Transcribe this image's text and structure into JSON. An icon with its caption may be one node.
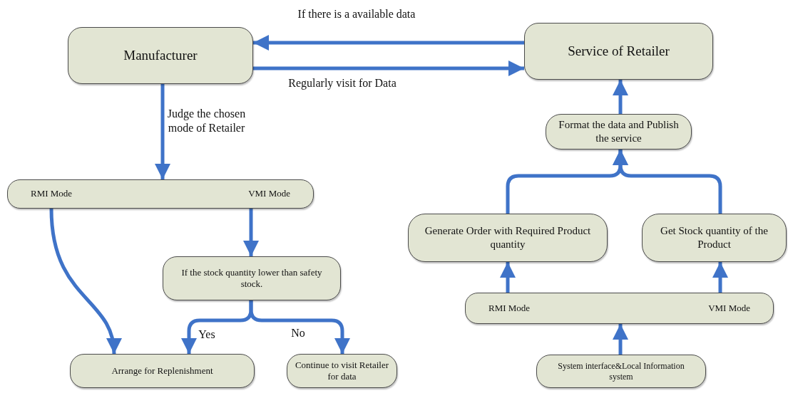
{
  "diagram": {
    "nodes": [
      {
        "text": [
          "Manufacturer"
        ]
      },
      {
        "text": [
          "Service of Retailer"
        ]
      },
      {
        "text": [
          "RMI Mode",
          "VMI Mode"
        ]
      },
      {
        "text": [
          "If the stock quantity lower than safety stock."
        ]
      },
      {
        "text": [
          "Arrange for Replenishment"
        ]
      },
      {
        "text": [
          "Continue to visit Retailer for data"
        ]
      },
      {
        "text": [
          "Format the data and Publish the service"
        ]
      },
      {
        "text": [
          "Generate Order with Required Product quantity"
        ]
      },
      {
        "text": [
          "Get Stock quantity of the Product"
        ]
      },
      {
        "text": [
          "RMI Mode",
          "VMI Mode"
        ]
      },
      {
        "text": [
          "System interface&Local Information system"
        ]
      }
    ],
    "edges": [
      {
        "from": 1,
        "to": 0,
        "arrow": "to",
        "label": "If there is a available data"
      },
      {
        "from": 0,
        "to": 1,
        "arrow": "to",
        "label": "Regularly visit for Data"
      },
      {
        "from": 0,
        "to": 2,
        "arrow": "to",
        "label": "Judge the chosen mode of Retailer"
      },
      {
        "from": 2,
        "to": 4,
        "arrow": "to"
      },
      {
        "from": 2,
        "to": 3,
        "arrow": "to"
      },
      {
        "from": 3,
        "to": 4,
        "arrow": "to",
        "label": "Yes"
      },
      {
        "from": 3,
        "to": 5,
        "arrow": "to",
        "label": "No"
      },
      {
        "from": 10,
        "to": 9,
        "arrow": "to"
      },
      {
        "from": 9,
        "to": 7,
        "arrow": "to"
      },
      {
        "from": 9,
        "to": 8,
        "arrow": "to"
      },
      {
        "from": 7,
        "to": 6,
        "arrow": "to"
      },
      {
        "from": 8,
        "to": 6,
        "arrow": "to"
      },
      {
        "from": 6,
        "to": 1,
        "arrow": "to"
      }
    ]
  }
}
